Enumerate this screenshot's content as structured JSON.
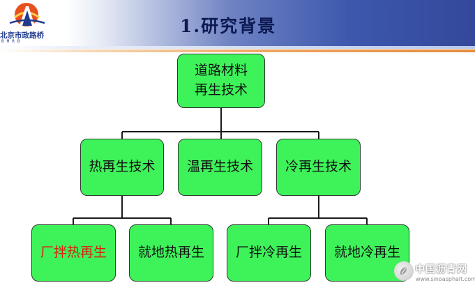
{
  "header": {
    "logo_text_cn": "北京市政路桥",
    "logo_text_en": "BMRB",
    "title": "1.研究背景"
  },
  "diagram": {
    "root": {
      "line1": "道路材料",
      "line2": "再生技术"
    },
    "level2": [
      "热再生技术",
      "温再生技术",
      "冷再生技术"
    ],
    "level3_hot": [
      "厂拌热再生",
      "就地热再生"
    ],
    "level3_cold": [
      "厂拌冷再生",
      "就地冷再生"
    ],
    "colors": {
      "node_fill": "#3ef25a",
      "highlight_text": "#e01a10",
      "header_blue": "#3d58ad",
      "accent_orange": "#e58b3c"
    }
  },
  "watermark": {
    "cn": "中国沥青网",
    "en": "www.sinoasphalt.com",
    "icon": "leaf-circle-icon"
  }
}
